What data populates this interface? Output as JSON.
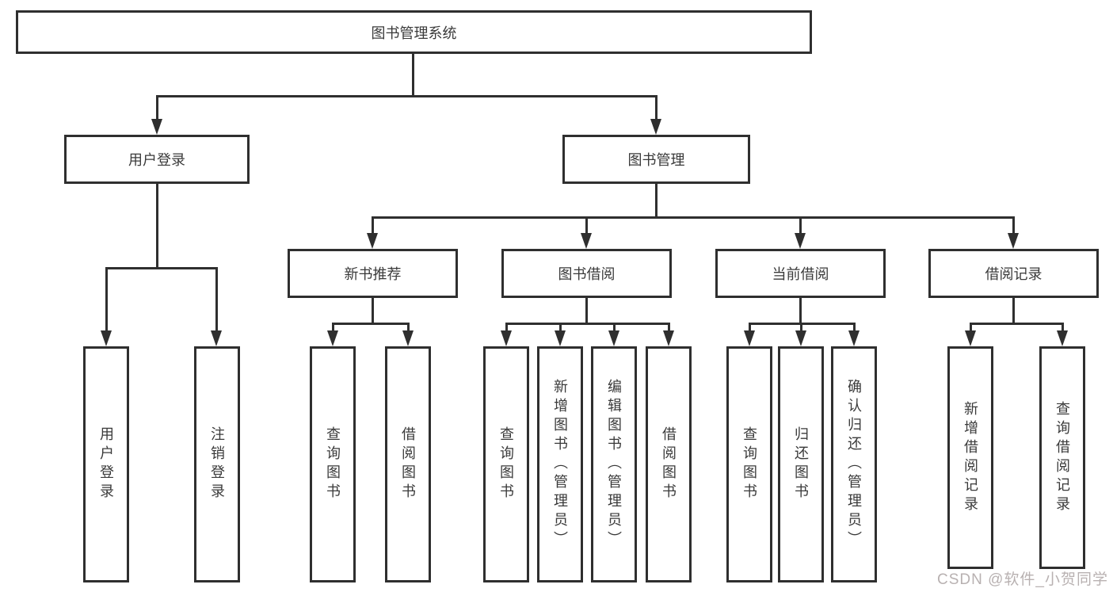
{
  "tree": {
    "root": "图书管理系统",
    "branches": [
      {
        "label": "用户登录",
        "leaves": [
          "用户登录",
          "注销登录"
        ]
      },
      {
        "label": "图书管理",
        "groups": [
          {
            "label": "新书推荐",
            "leaves": [
              "查询图书",
              "借阅图书"
            ]
          },
          {
            "label": "图书借阅",
            "leaves": [
              "查询图书",
              "新增图书（管理员）",
              "编辑图书（管理员）",
              "借阅图书"
            ]
          },
          {
            "label": "当前借阅",
            "leaves": [
              "查询图书",
              "归还图书",
              "确认归还（管理员）"
            ]
          },
          {
            "label": "借阅记录",
            "leaves": [
              "新增借阅记录",
              "查询借阅记录"
            ]
          }
        ]
      }
    ]
  },
  "watermark": "CSDN @软件_小贺同学",
  "colors": {
    "line": "#2f2f2f",
    "text": "#3a3a3a",
    "watermark": "#b8b1b1",
    "background": "#ffffff"
  }
}
